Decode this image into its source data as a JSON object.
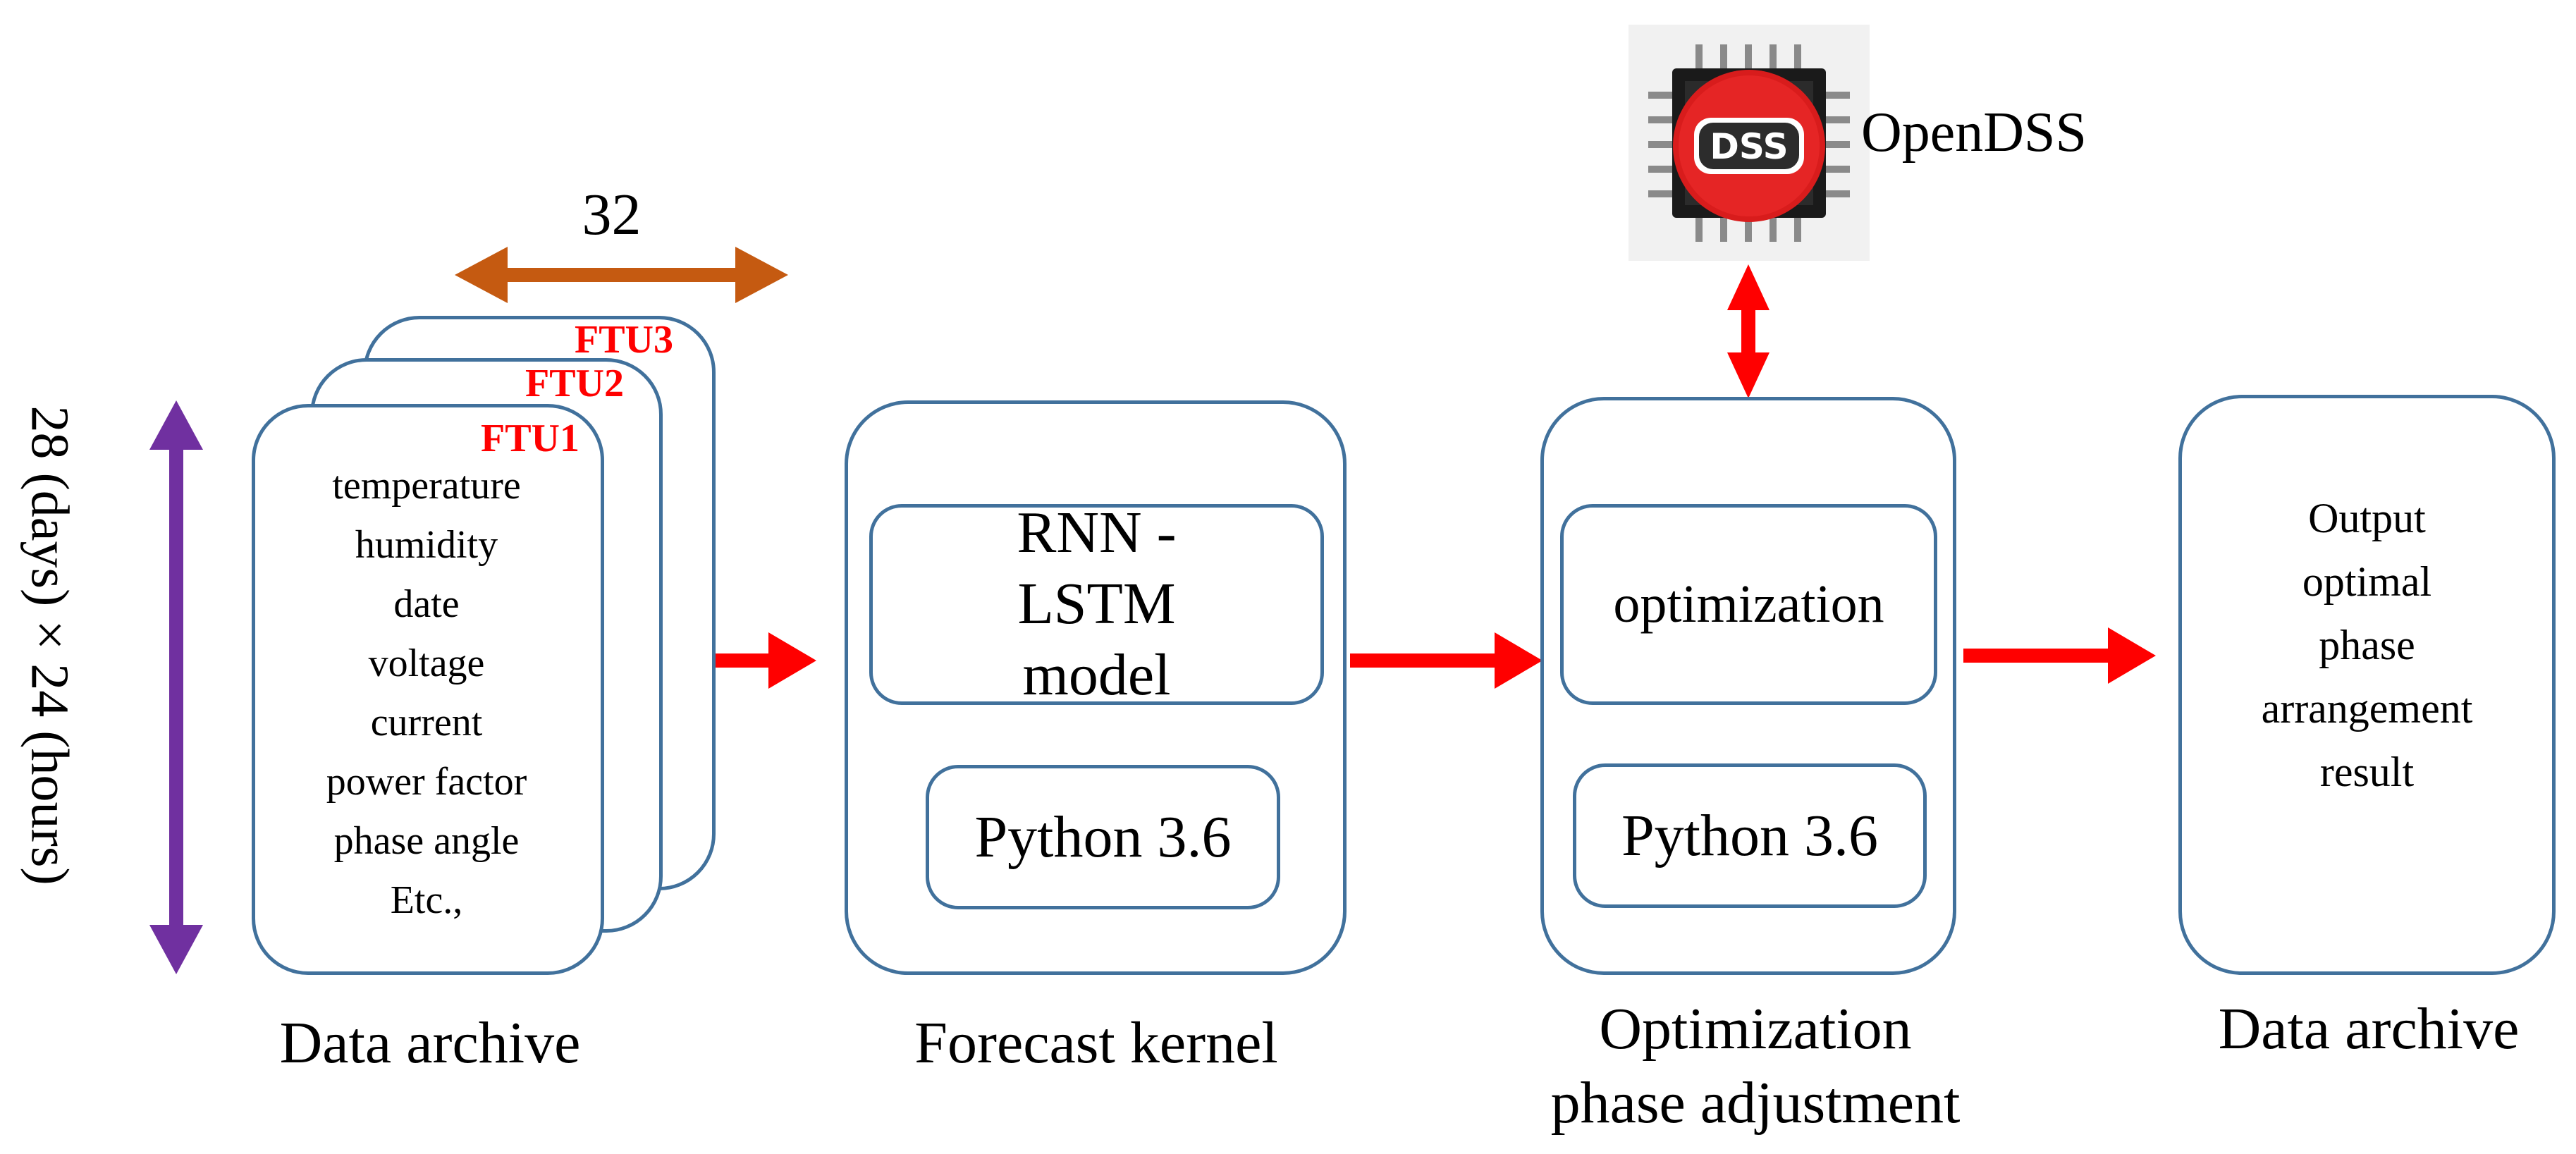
{
  "dimension": {
    "width_label": "32",
    "height_label": "28 (days) × 24 (hours)"
  },
  "stage1": {
    "ftu_labels": [
      "FTU3",
      "FTU2",
      "FTU1"
    ],
    "fields": [
      "temperature",
      "humidity",
      "date",
      "voltage",
      "current",
      "power factor",
      "phase angle",
      "Etc.,"
    ],
    "caption": "Data archive"
  },
  "stage2": {
    "model_label": "RNN - LSTM model",
    "tool_label": "Python 3.6",
    "caption": "Forecast kernel"
  },
  "stage3": {
    "module_label": "optimization",
    "tool_label": "Python 3.6",
    "caption_line1": "Optimization",
    "caption_line2": "phase adjustment",
    "simulator": {
      "logo_text": "DSS",
      "name": "OpenDSS"
    }
  },
  "stage4": {
    "result_lines": [
      "Output",
      "optimal",
      "phase",
      "arrangement",
      "result"
    ],
    "caption": "Data archive"
  },
  "colors": {
    "box_border": "#41719c",
    "flow_arrow": "#ff0000",
    "width_arrow": "#c55a11",
    "height_arrow": "#7030a0",
    "ftu_text": "#ff0000"
  }
}
